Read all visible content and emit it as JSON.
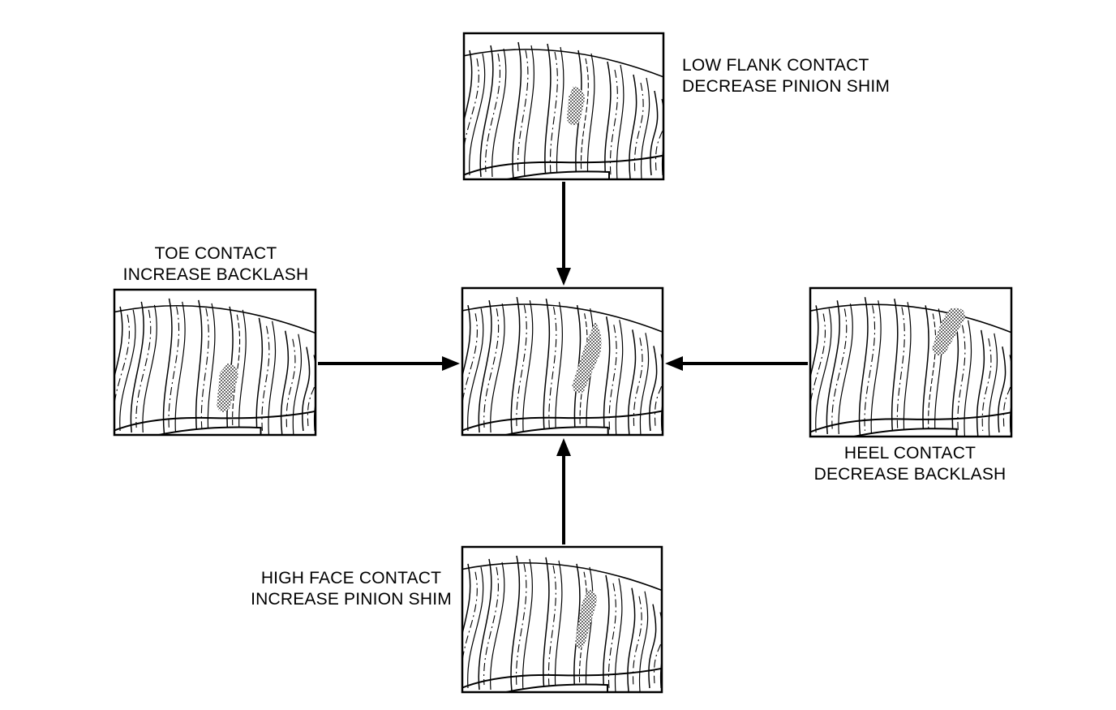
{
  "panels": {
    "low_flank": {
      "line1": "LOW FLANK CONTACT",
      "line2": "DECREASE PINION SHIM"
    },
    "toe": {
      "line1": "TOE CONTACT",
      "line2": "INCREASE BACKLASH"
    },
    "heel": {
      "line1": "HEEL CONTACT",
      "line2": "DECREASE BACKLASH"
    },
    "high_face": {
      "line1": "HIGH FACE CONTACT",
      "line2": "INCREASE PINION SHIM"
    }
  },
  "colors": {
    "ink": "#000000",
    "paper": "#ffffff"
  }
}
